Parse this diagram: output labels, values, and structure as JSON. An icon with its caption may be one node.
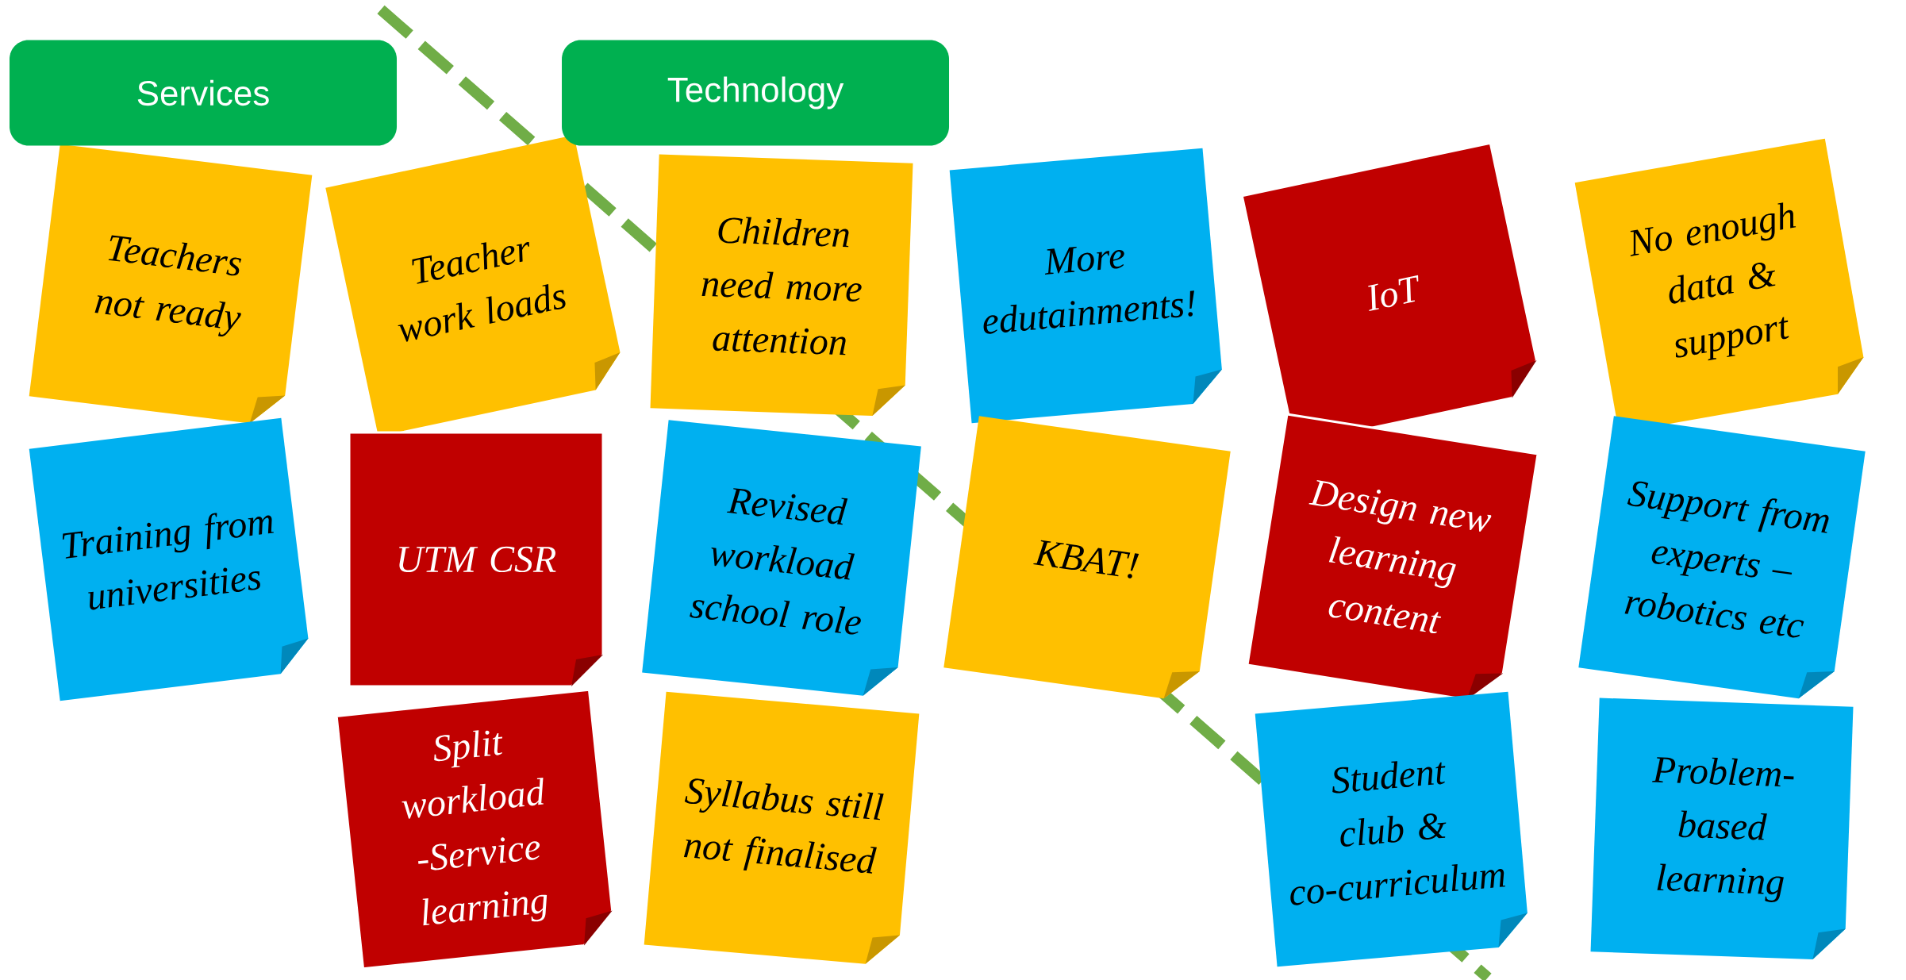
{
  "diagram": {
    "nodes": [
      {
        "text": [
          "Services"
        ]
      },
      {
        "text": [
          "Technology"
        ]
      },
      {
        "text": [
          "Teachers not ready"
        ]
      },
      {
        "text": [
          "More edutainments!"
        ]
      },
      {
        "text": [
          "Children need more attention"
        ]
      },
      {
        "text": [
          "IoT"
        ]
      },
      {
        "text": [
          "No enough data & support"
        ]
      },
      {
        "text": [
          "Design new learning content"
        ]
      },
      {
        "text": [
          "Support from experts – robotics etc"
        ]
      },
      {
        "text": [
          "Training from universities"
        ]
      },
      {
        "text": [
          "Teacher work loads"
        ]
      },
      {
        "text": [
          "KBAT!"
        ]
      },
      {
        "text": [
          "UTM CSR"
        ]
      },
      {
        "text": [
          "Problem-based learning"
        ]
      },
      {
        "text": [
          "Revised workload school role"
        ]
      },
      {
        "text": [
          "Syllabus still not finalised"
        ]
      },
      {
        "text": [
          "Split workload -Service learning"
        ]
      },
      {
        "text": [
          "Student club & co-curriculum"
        ]
      }
    ]
  }
}
